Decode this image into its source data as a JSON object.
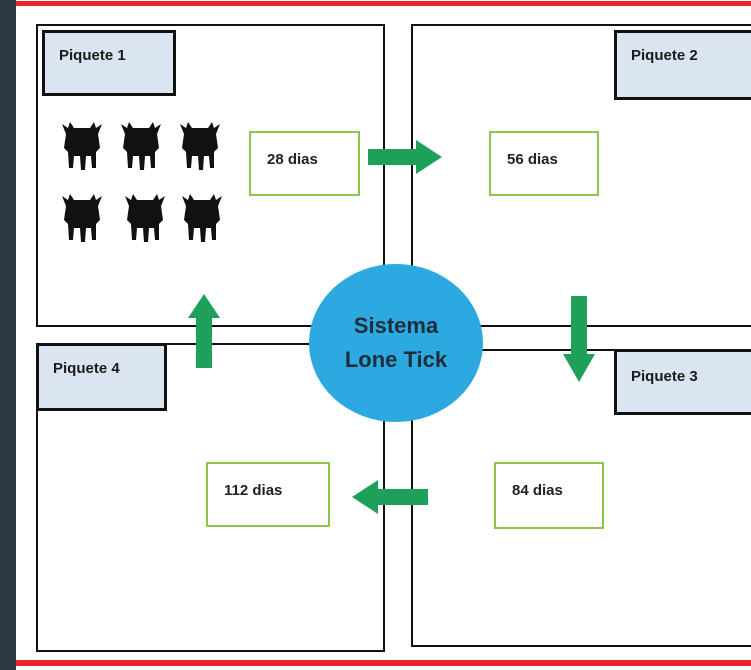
{
  "paddocks": [
    {
      "label": "Piquete 1"
    },
    {
      "label": "Piquete 2"
    },
    {
      "label": "Piquete 3"
    },
    {
      "label": "Piquete 4"
    }
  ],
  "days": [
    "28 dias",
    "56 dias",
    "84 dias",
    "112 dias"
  ],
  "center": {
    "line1": "Sistema",
    "line2": "Lone Tick"
  },
  "colors": {
    "arrow": "#1fa05a",
    "circle": "#2ca9e1",
    "day_border": "#8cc74a",
    "label_fill": "#dbe5f1",
    "frame_border": "#e8262c"
  },
  "icons": {
    "cattle": "cow-icon",
    "arrow": "arrow-icon"
  }
}
